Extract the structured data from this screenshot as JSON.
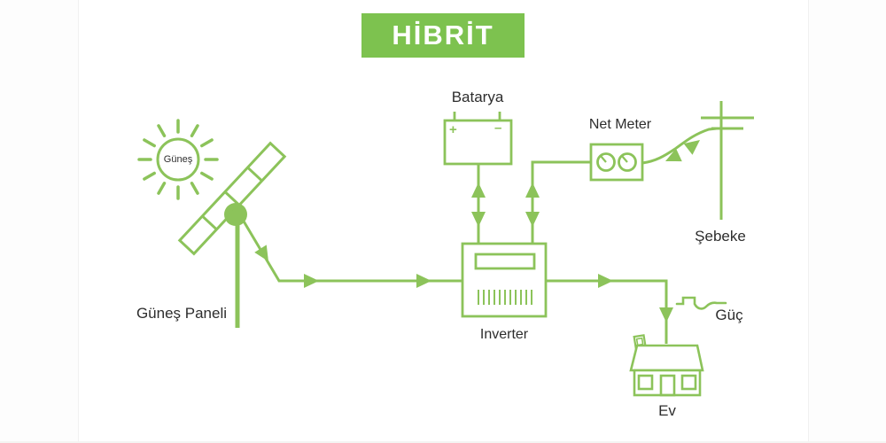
{
  "title": {
    "text": "HİBRİT"
  },
  "colors": {
    "accent_green": "#8cc35a",
    "banner_green": "#7dc24f",
    "banner_text": "#ffffff",
    "label_text": "#2d2d2d",
    "background": "#ffffff"
  },
  "nodes": {
    "sun": {
      "label": "Güneş"
    },
    "solar_panel": {
      "label": "Güneş Paneli"
    },
    "battery": {
      "label": "Batarya",
      "plus": "+",
      "minus": "–"
    },
    "net_meter": {
      "label": "Net Meter"
    },
    "grid": {
      "label": "Şebeke"
    },
    "inverter": {
      "label": "Inverter"
    },
    "power": {
      "label": "Güç"
    },
    "house": {
      "label": "Ev"
    }
  },
  "icons": {
    "sun": "sun-icon",
    "solar_panel": "solar-panel-icon",
    "battery": "battery-icon",
    "net_meter": "net-meter-icon",
    "grid": "utility-pole-icon",
    "inverter": "inverter-icon",
    "power": "power-wave-icon",
    "house": "house-icon"
  }
}
